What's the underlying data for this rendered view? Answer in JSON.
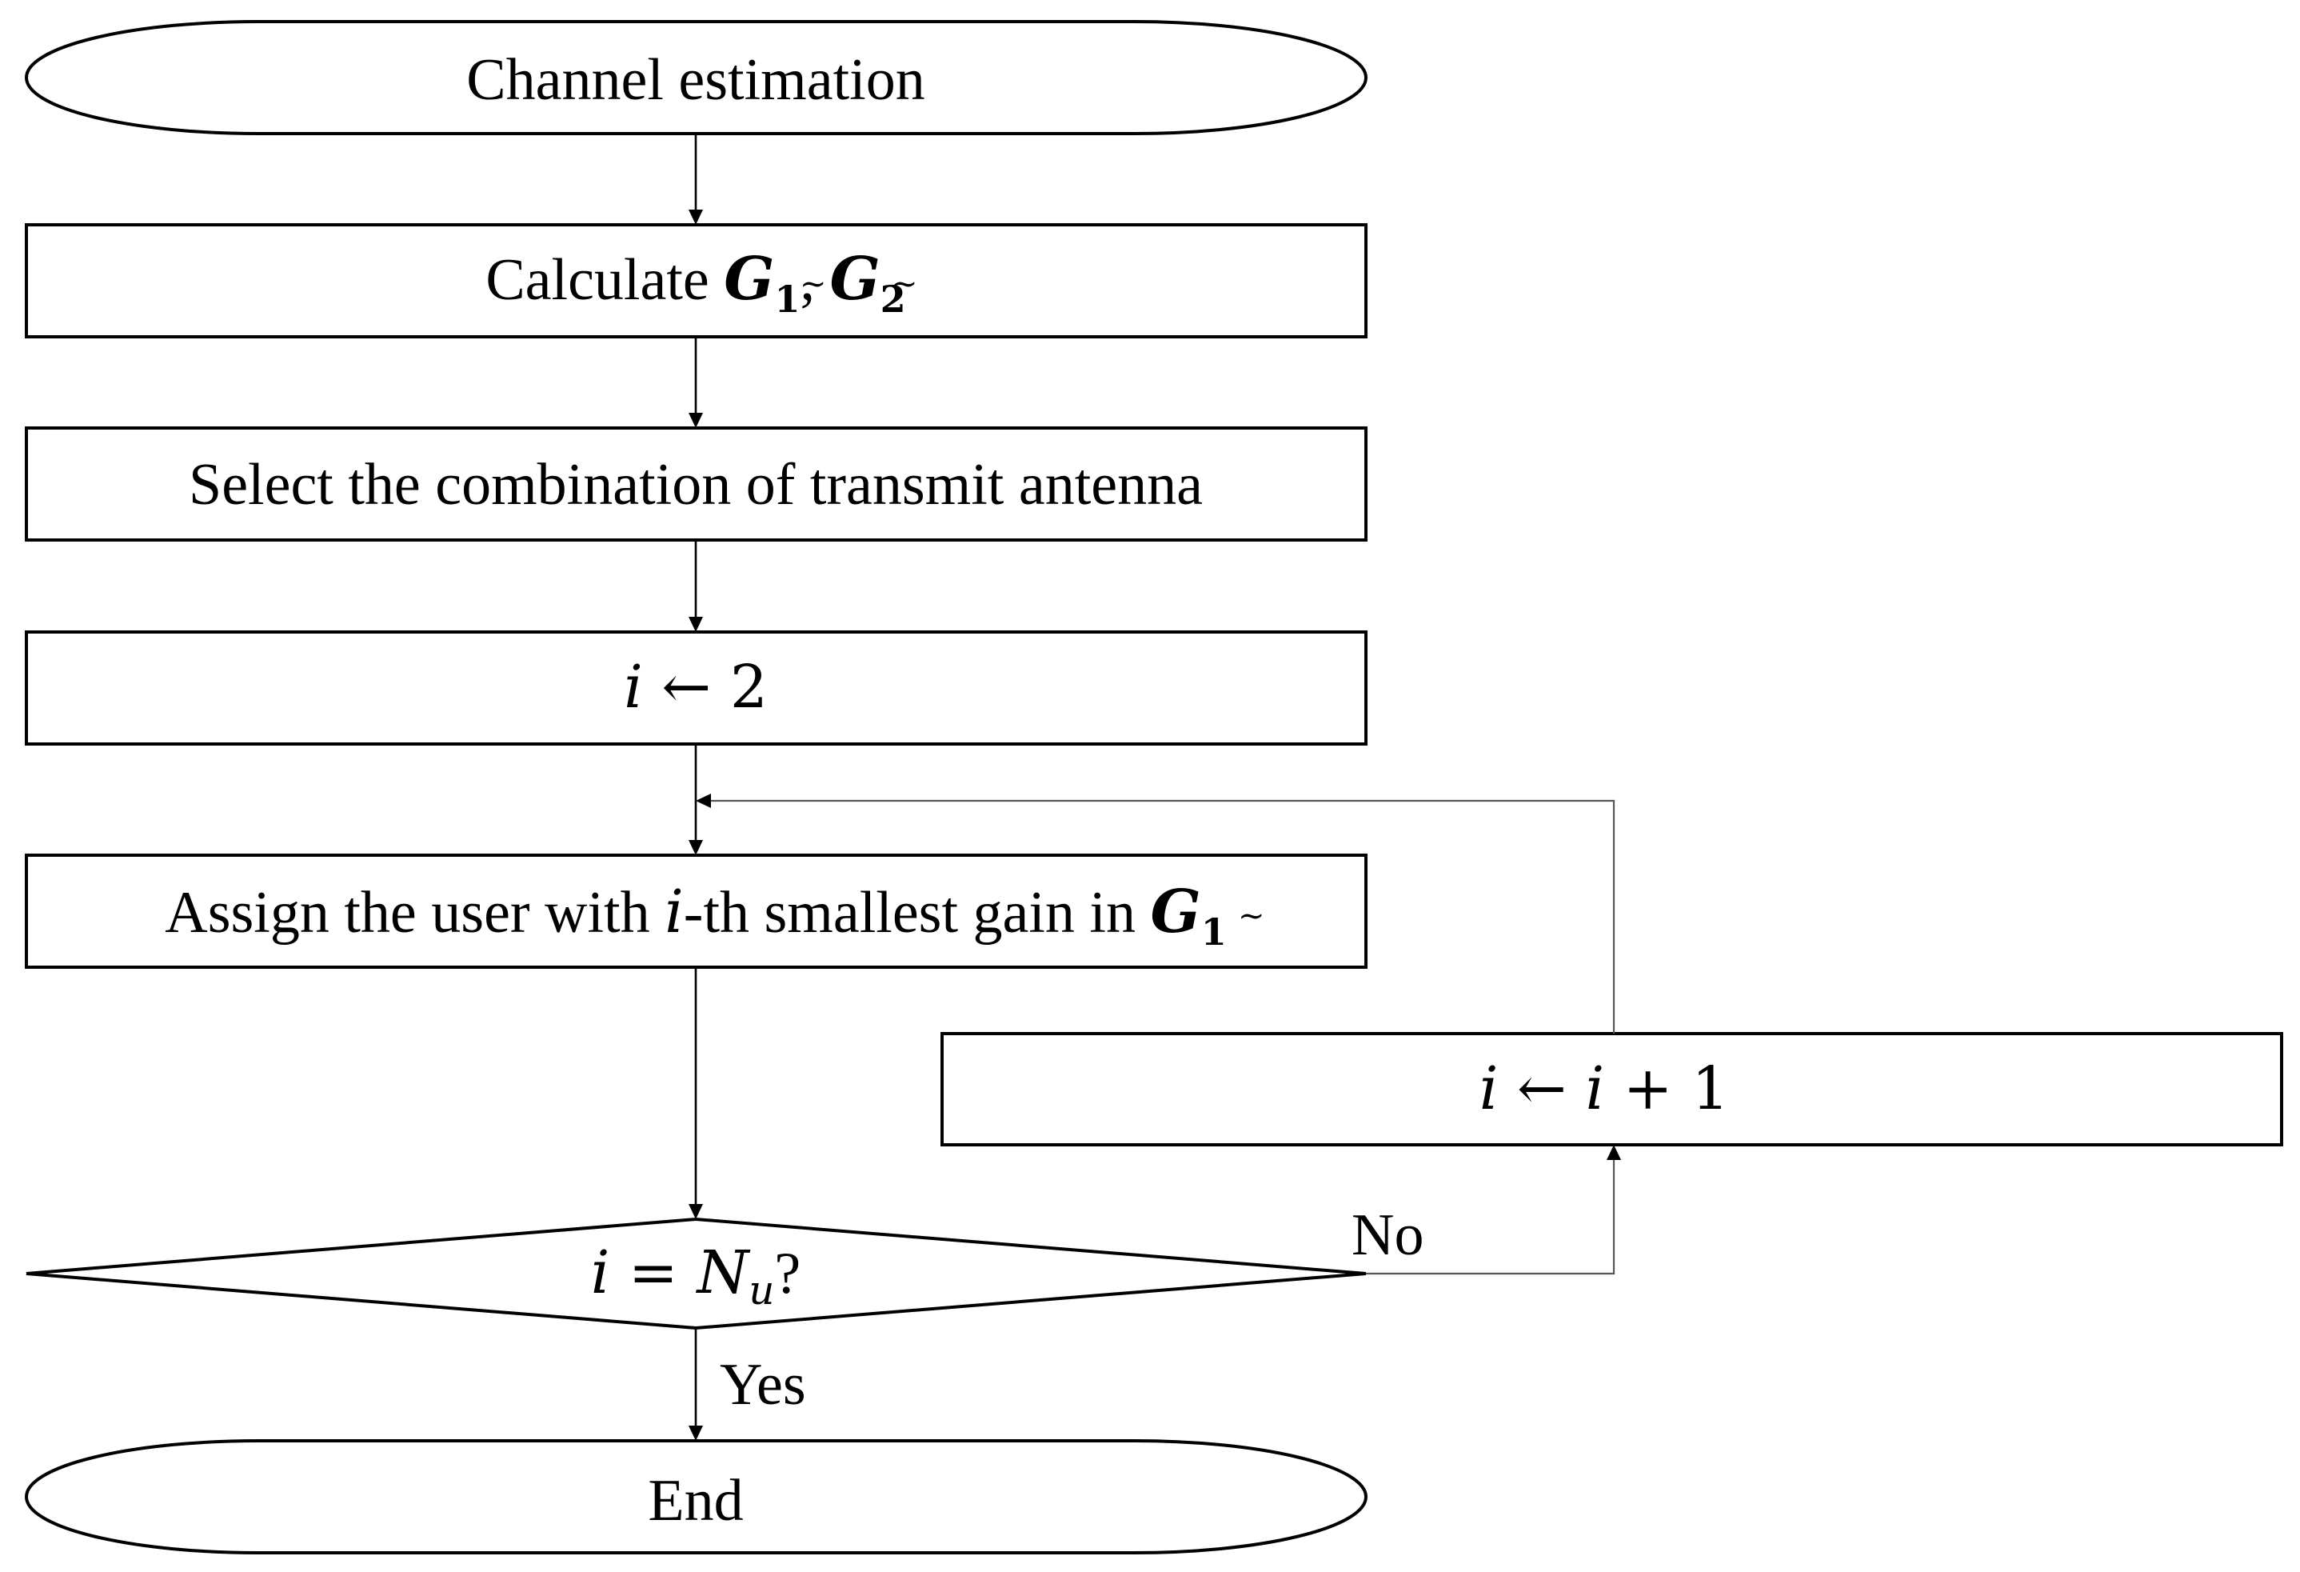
{
  "nodes": {
    "start": {
      "label": "Channel estimation"
    },
    "calc": {
      "prefix": "Calculate ",
      "sym": "G",
      "sub1": "1",
      "sep": ", ",
      "sub2": "2"
    },
    "select": {
      "label": "Select the combination of transmit antenna"
    },
    "init": {
      "var": "i",
      "arrow": " ← ",
      "val": "2"
    },
    "assign": {
      "pre": "Assign the user with ",
      "var": "i",
      "post": "-th smallest gain in ",
      "sym": "G",
      "sub": "1"
    },
    "increment": {
      "var": "i",
      "arrow": " ← ",
      "var2": "i",
      "op": " + ",
      "val": "1"
    },
    "decision": {
      "var": "i",
      "eq": " = ",
      "sym": "N",
      "sub": "u",
      "q": "?"
    },
    "end": {
      "label": "End"
    }
  },
  "edge_labels": {
    "no": "No",
    "yes": "Yes"
  },
  "tilde": "~"
}
